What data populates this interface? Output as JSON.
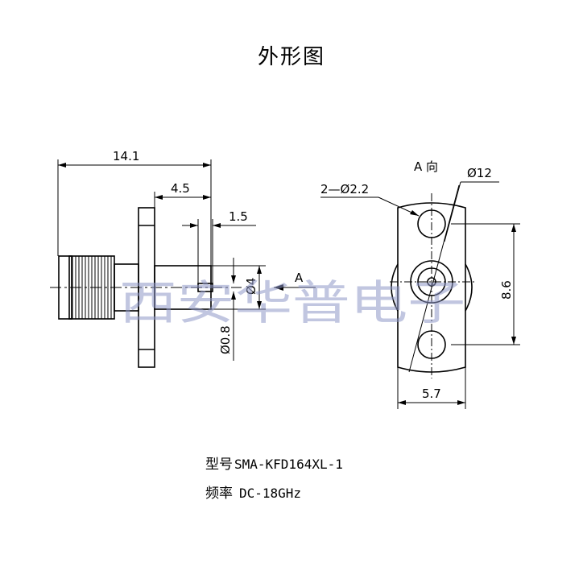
{
  "title": "外形图",
  "dimensions": {
    "total_length": "14.1",
    "flange_offset": "4.5",
    "pin_length": "1.5",
    "body_dia": "Ø4",
    "pin_dia": "Ø0.8",
    "hole_spec": "2—Ø2.2",
    "flange_dia": "Ø12",
    "hole_pitch": "8.6",
    "flange_width": "5.7",
    "view_arrow": "A",
    "view_label": "A 向"
  },
  "watermark": "西安华普电子",
  "specs": {
    "model_label": "型号",
    "model_value": "SMA-KFD164XL-1",
    "freq_label": "频率",
    "freq_value": "DC-18GHz"
  }
}
